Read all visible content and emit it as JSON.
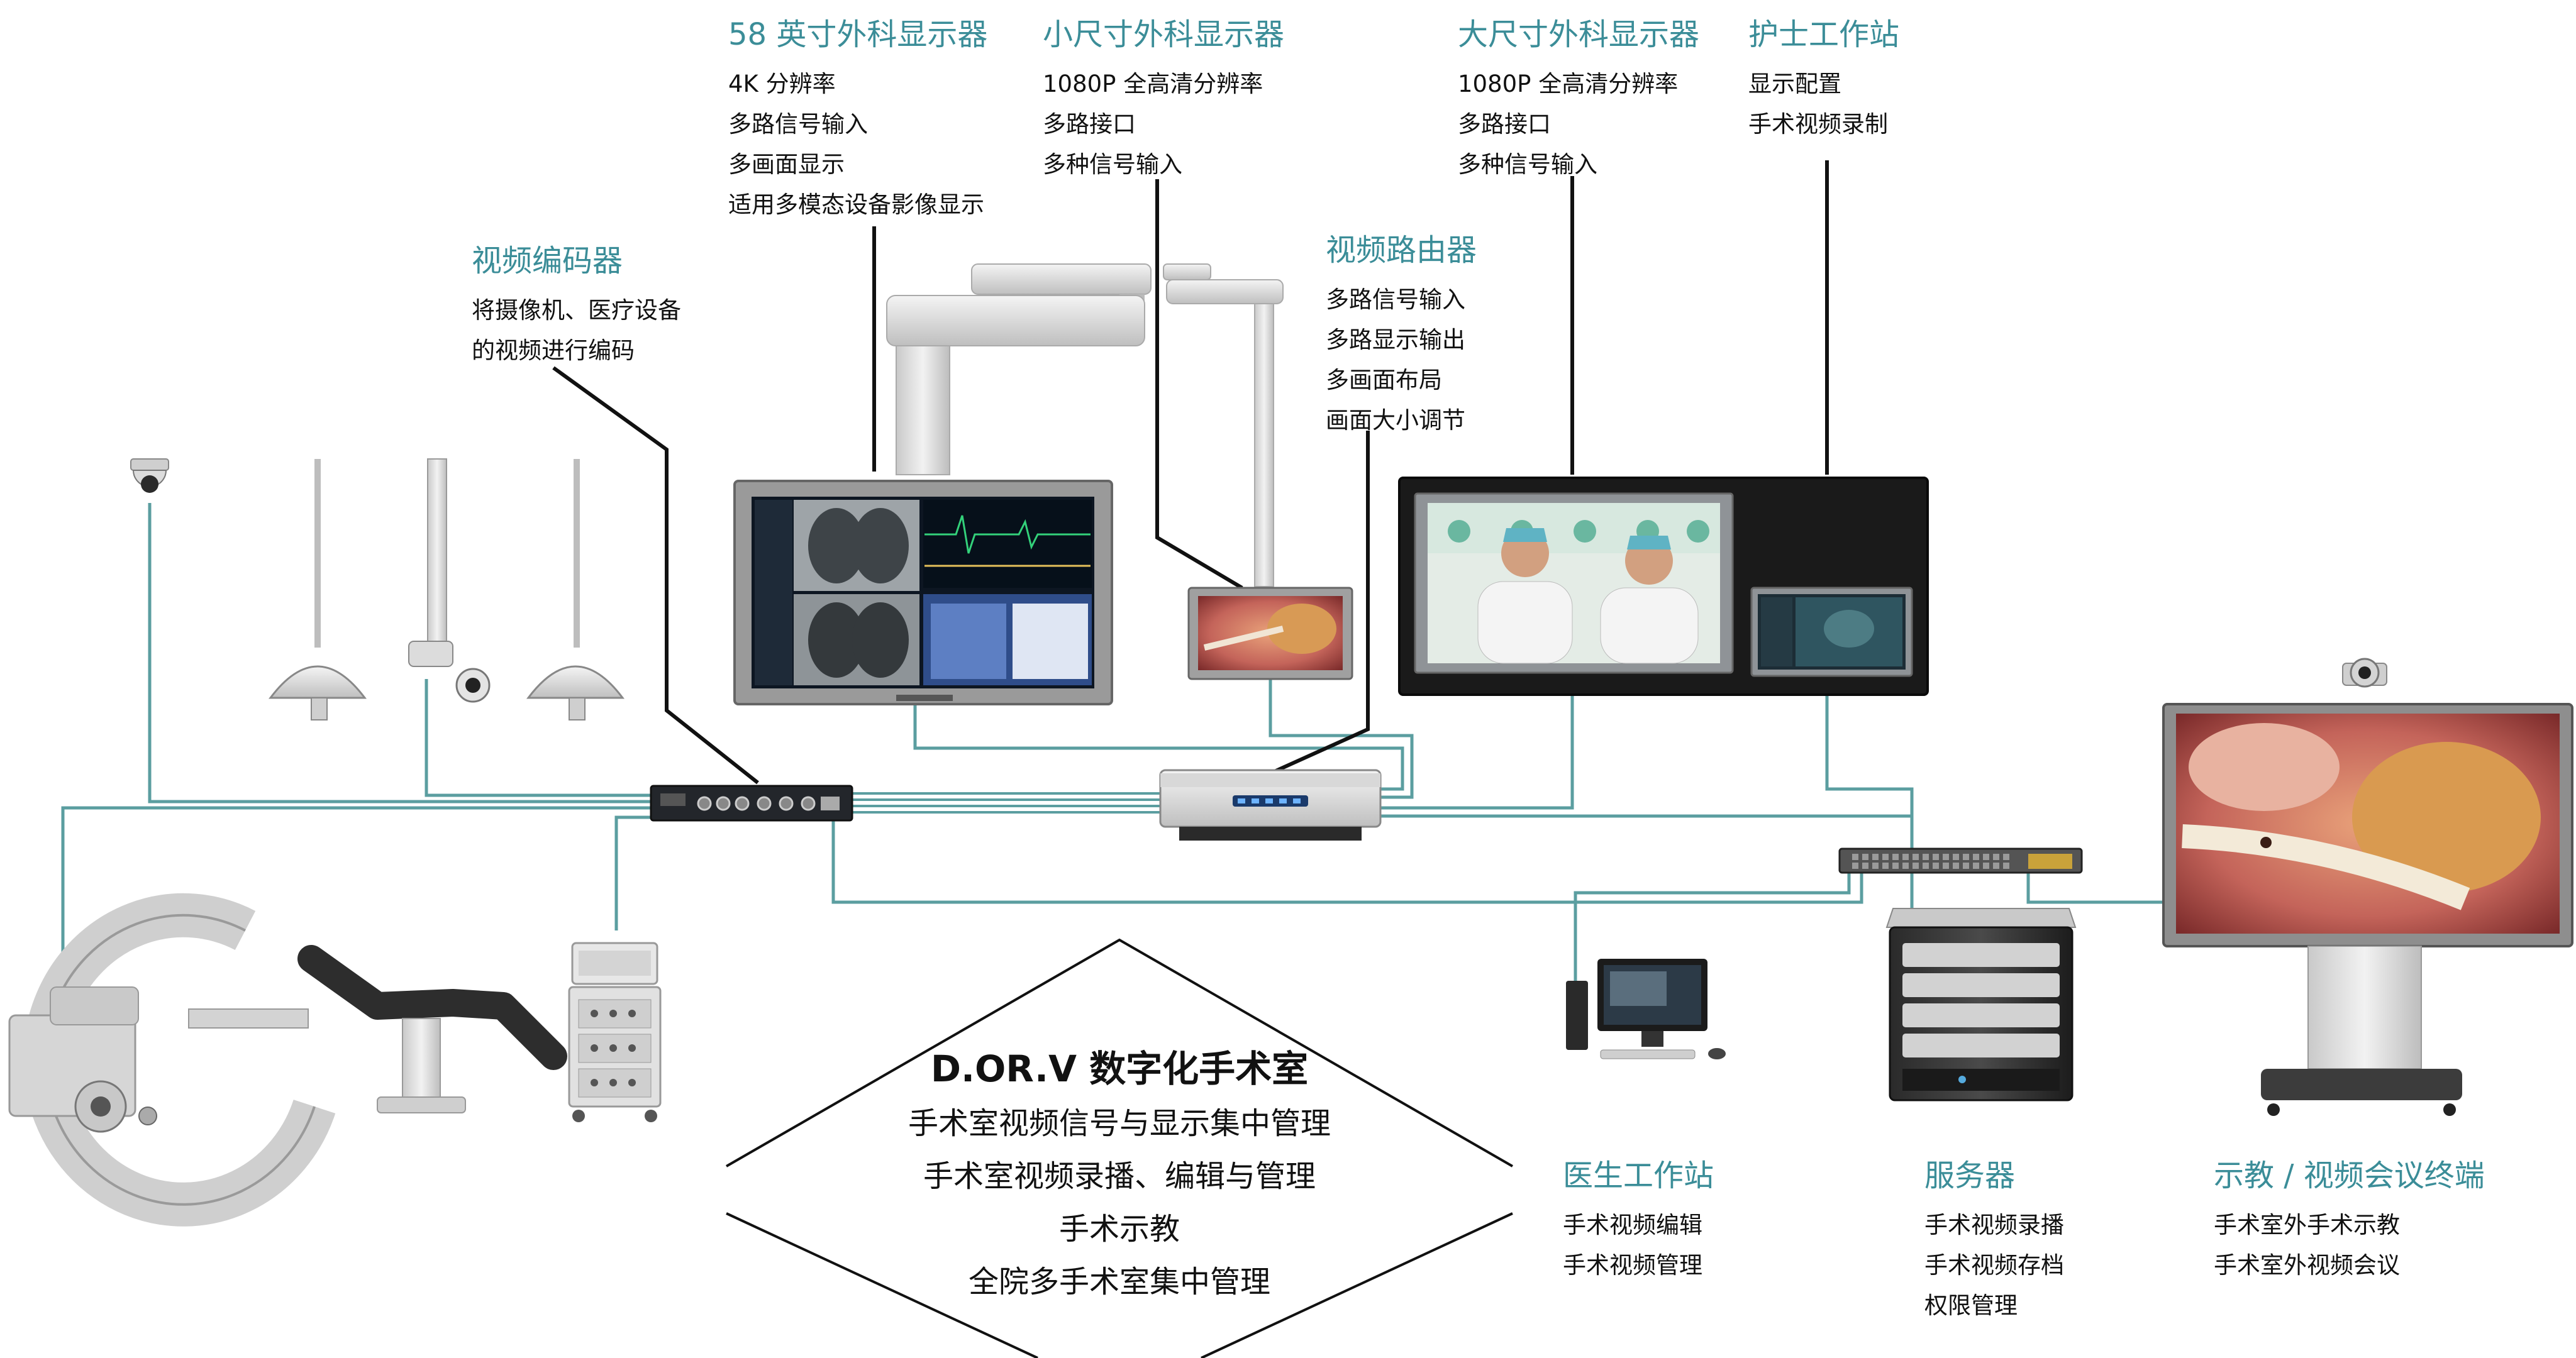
{
  "devices": [
    {
      "id": "monitor_58",
      "title": "58 英寸外科显示器",
      "lines": [
        "4K 分辨率",
        "多路信号输入",
        "多画面显示",
        "适用多模态设备影像显示"
      ]
    },
    {
      "id": "monitor_small",
      "title": "小尺寸外科显示器",
      "lines": [
        "1080P 全高清分辨率",
        "多路接口",
        "多种信号输入"
      ]
    },
    {
      "id": "monitor_large",
      "title": "大尺寸外科显示器",
      "lines": [
        "1080P 全高清分辨率",
        "多路接口",
        "多种信号输入"
      ]
    },
    {
      "id": "nurse_station",
      "title": "护士工作站",
      "lines": [
        "显示配置",
        "手术视频录制"
      ]
    },
    {
      "id": "video_router",
      "title": "视频路由器",
      "lines": [
        "多路信号输入",
        "多路显示输出",
        "多画面布局",
        "画面大小调节"
      ]
    },
    {
      "id": "video_encoder",
      "title": "视频编码器",
      "lines": [
        "将摄像机、医疗设备",
        "的视频进行编码"
      ]
    },
    {
      "id": "doctor_station",
      "title": "医生工作站",
      "lines": [
        "手术视频编辑",
        "手术视频管理"
      ]
    },
    {
      "id": "server",
      "title": "服务器",
      "lines": [
        "手术视频录播",
        "手术视频存档",
        "权限管理"
      ]
    },
    {
      "id": "teaching_terminal",
      "title": "示教 / 视频会议终端",
      "lines": [
        "手术室外手术示教",
        "手术室外视频会议"
      ]
    }
  ],
  "center": {
    "title": "D.OR.V 数字化手术室",
    "lines": [
      "手术室视频信号与显示集中管理",
      "手术室视频录播、编辑与管理",
      "手术示教",
      "全院多手术室集中管理"
    ]
  },
  "colors": {
    "title": "#3b8d98",
    "wire": "#5b9ea0",
    "pointer": "#111111",
    "text": "#111111"
  }
}
